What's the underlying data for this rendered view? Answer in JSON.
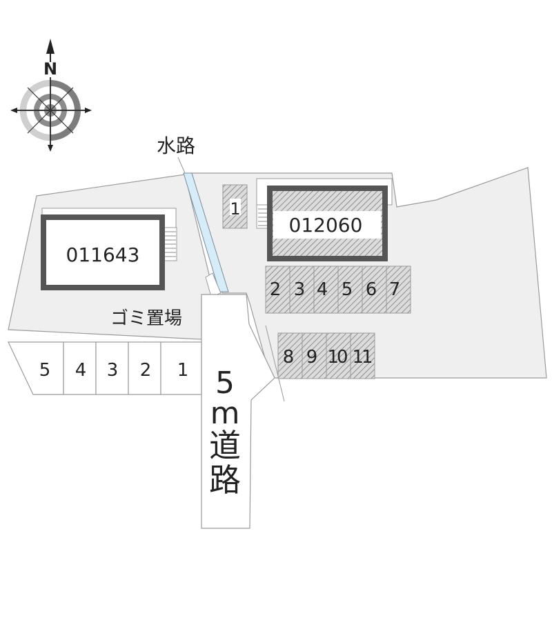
{
  "compass": {
    "north_label": "N"
  },
  "waterway_label": "水路",
  "garbage_label": "ゴミ置場",
  "road_label": {
    "width": "5",
    "unit": "m",
    "word1": "道",
    "word2": "路"
  },
  "buildings": [
    {
      "id": "011643"
    },
    {
      "id": "012060"
    }
  ],
  "parking_left": [
    "5",
    "4",
    "3",
    "2",
    "1"
  ],
  "parking_right": {
    "single": "1",
    "row1": [
      "2",
      "3",
      "4",
      "5",
      "6",
      "7"
    ],
    "row2": [
      "8",
      "9",
      "10",
      "11"
    ]
  },
  "colors": {
    "lot": "#efefef",
    "outline": "#9a9a9a",
    "building_border": "#555555",
    "water": "#d6ecf8",
    "hatch": "#888888"
  }
}
